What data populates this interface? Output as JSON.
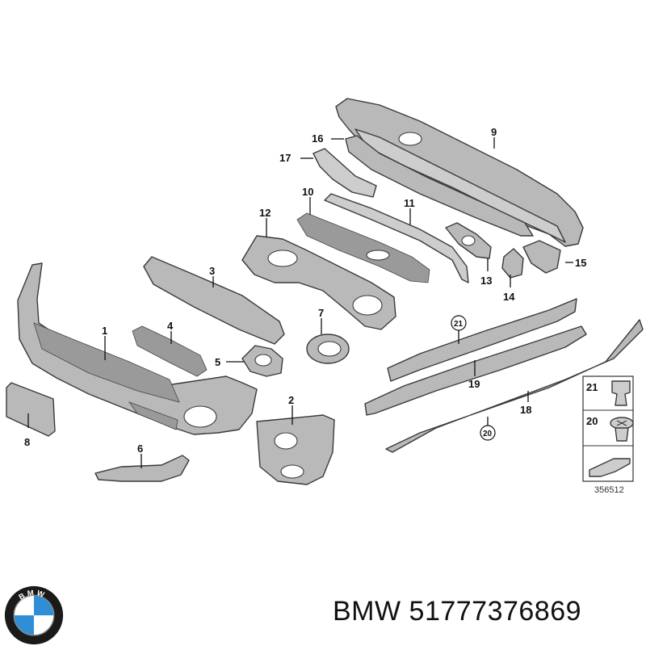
{
  "callouts": [
    "1",
    "2",
    "3",
    "4",
    "5",
    "6",
    "7",
    "8",
    "9",
    "10",
    "11",
    "12",
    "13",
    "14",
    "15",
    "16",
    "17",
    "18",
    "19"
  ],
  "circled_callouts": [
    "20",
    "21"
  ],
  "inset": {
    "items": [
      "21",
      "20"
    ],
    "reference_number": "356512"
  },
  "logo_text": "BMW",
  "caption": "BMW 51777376869"
}
